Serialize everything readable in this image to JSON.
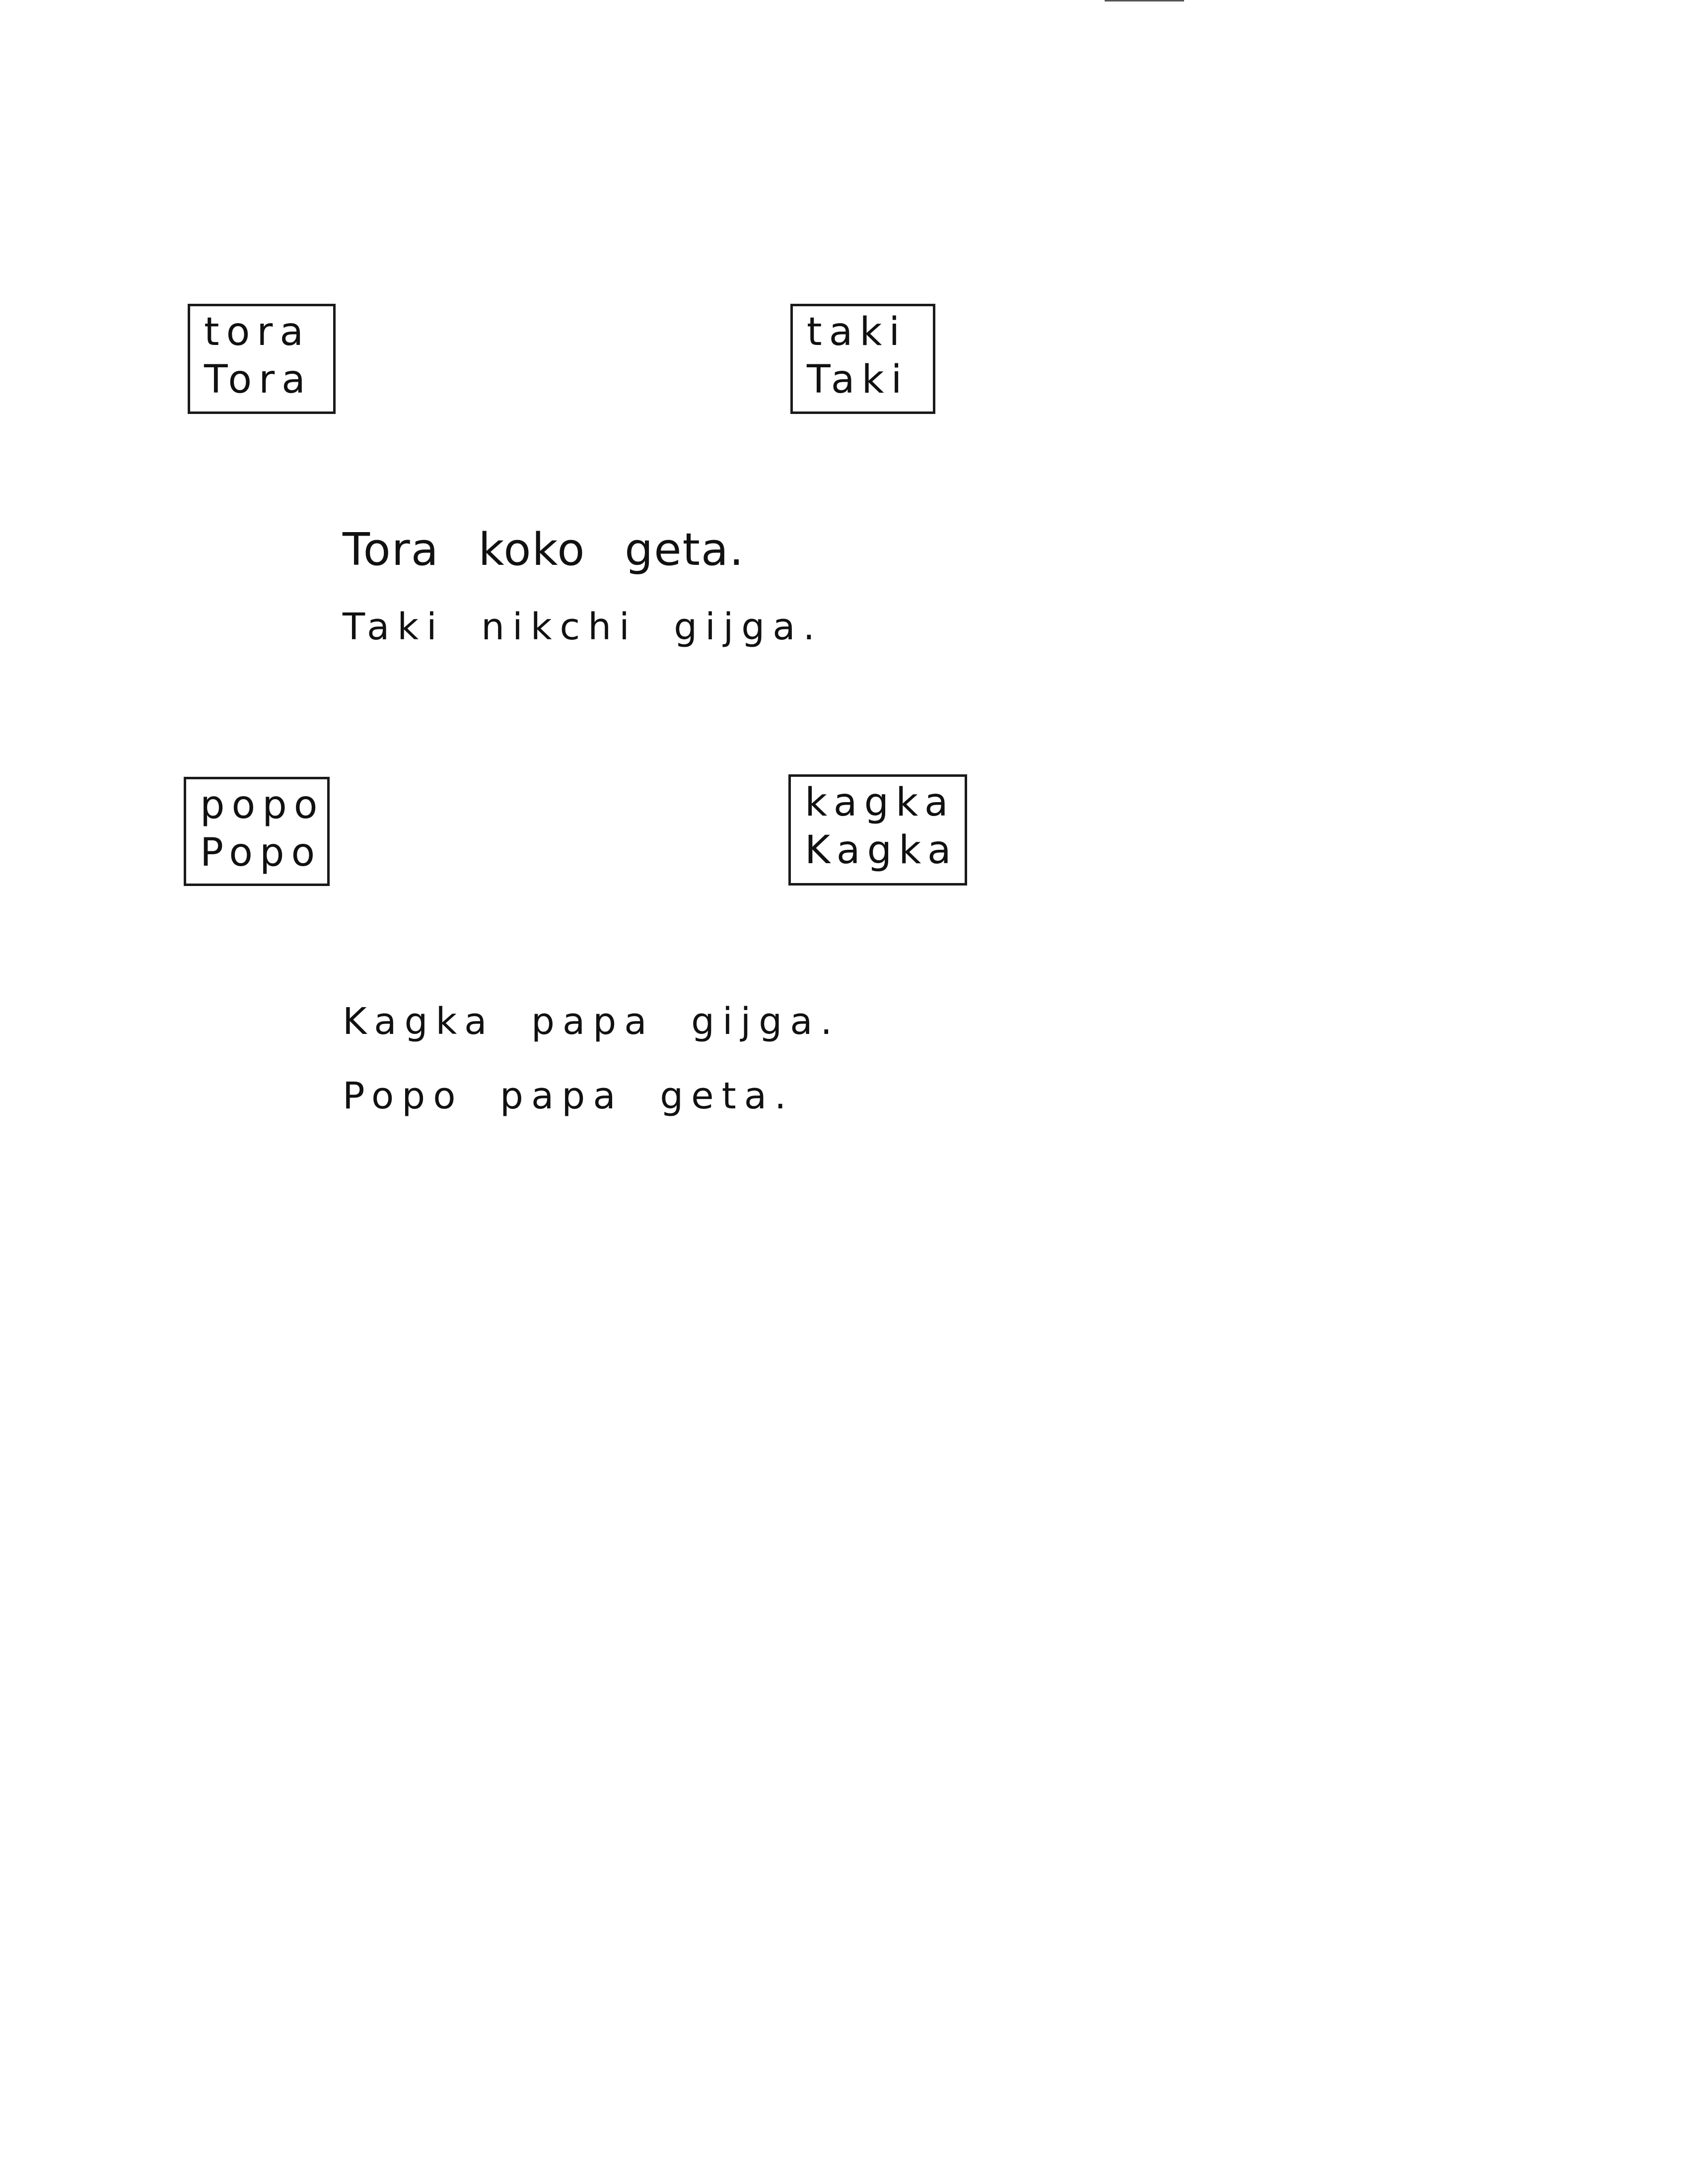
{
  "boxes": [
    {
      "lower": "tora",
      "upper": "Tora"
    },
    {
      "lower": "taki",
      "upper": "Taki"
    },
    {
      "lower": "popo",
      "upper": "Popo"
    },
    {
      "lower": "kagka",
      "upper": "Kagka"
    }
  ],
  "sentences": [
    "Tora koko geta.",
    "Taki nikchi gijga.",
    "Kagka papa gijga.",
    "Popo papa geta."
  ]
}
